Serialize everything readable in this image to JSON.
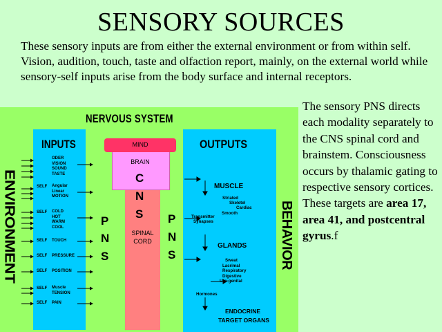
{
  "title": "SENSORY SOURCES",
  "intro": "These sensory inputs are from either the external environment or from within self.  Vision, audition, touch, taste and olfaction report, mainly, on the external world while sensory-self inputs arise from the body surface and internal receptors.",
  "side_text": {
    "plain": "The sensory PNS directs each modality separately to the CNS spinal cord and brainstem. Consciousness occurs by thalamic gating to respective sensory cortices.  These targets are ",
    "bold": "area 17, area 41, and postcentral gyrus",
    "tail": ".f"
  },
  "diagram": {
    "heading": "NERVOUS SYSTEM",
    "left_label": "ENVIRONMENT",
    "right_label": "BEHAVIOR",
    "inputs": {
      "heading": "INPUTS",
      "groups": [
        {
          "self": "",
          "lines": [
            "ODER",
            "VISION",
            "SOUND",
            "TASTE"
          ]
        },
        {
          "self": "SELF",
          "lines": [
            "Angular",
            "Linear",
            "MOTION"
          ]
        },
        {
          "self": "SELF",
          "lines": [
            "COLD",
            "HOT",
            "WARM",
            "COOL"
          ]
        },
        {
          "self": "SELF",
          "lines": [
            "TOUCH"
          ]
        },
        {
          "self": "SELF",
          "lines": [
            "PRESSURE"
          ]
        },
        {
          "self": "SELF",
          "lines": [
            "POSITION"
          ]
        },
        {
          "self": "SELF",
          "lines": [
            "Muscle",
            "TENSION"
          ]
        },
        {
          "self": "SELF",
          "lines": [
            "PAIN"
          ]
        }
      ]
    },
    "pns_left": [
      "P",
      "N",
      "S"
    ],
    "pns_right": [
      "P",
      "N",
      "S"
    ],
    "mind": "MIND",
    "brain": "BRAIN",
    "cns": [
      "C",
      "N",
      "S"
    ],
    "spinal": [
      "SPINAL",
      "CORD"
    ],
    "outputs": {
      "heading": "OUTPUTS",
      "muscle": "MUSCLE",
      "muscle_types": [
        "Striated",
        "Skeletel",
        "Cardiac",
        "Smooth"
      ],
      "transmitter": [
        "Transmitter",
        "Synapses"
      ],
      "glands": "GLANDS",
      "gland_types": [
        "Sweat",
        "Lacrimal",
        "Respiratory",
        "Digestive",
        "Uro-genital"
      ],
      "hormones": "Hormones",
      "endocrine": [
        "ENDOCRINE",
        "TARGET ORGANS"
      ]
    },
    "colors": {
      "background": "#99ff66",
      "panel": "#00ccff",
      "mind": "#ff3366",
      "brain": "#ff99ff",
      "cord": "#ff8080"
    }
  }
}
